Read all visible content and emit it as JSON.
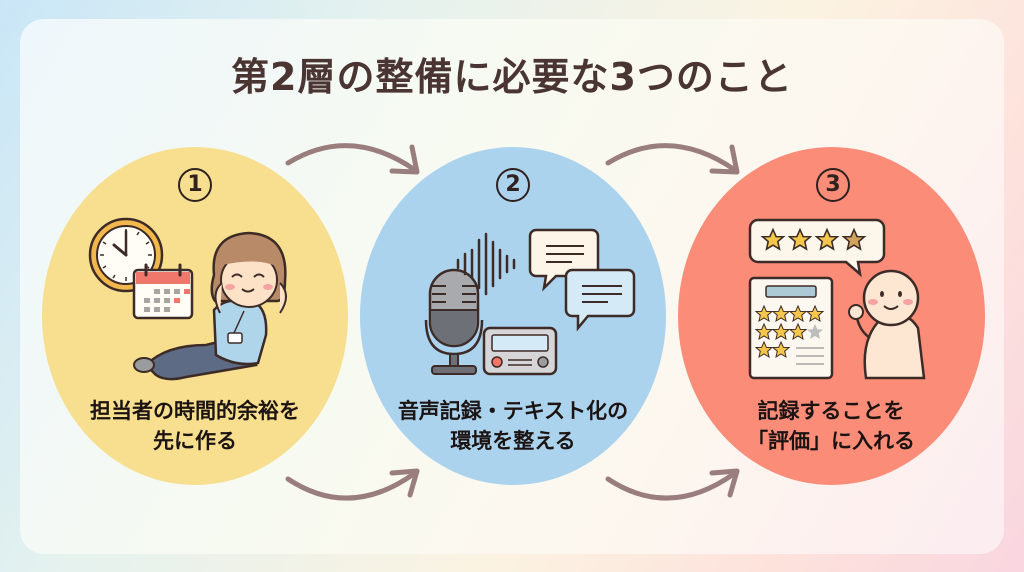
{
  "title": "第2層の整備に必要な3つのこと",
  "colors": {
    "title_text": "#4a3532",
    "step1_bg": "#f7df8f",
    "step2_bg": "#acd3ee",
    "step3_bg": "#fb8d78",
    "arrow": "#9a7e7e"
  },
  "steps": [
    {
      "number": "1",
      "line1": "担当者の時間的余裕を",
      "line2": "先に作る",
      "icons": [
        "clock-icon",
        "calendar-icon",
        "relaxing-person-icon"
      ]
    },
    {
      "number": "2",
      "line1": "音声記録・テキスト化の",
      "line2": "環境を整える",
      "icons": [
        "microphone-icon",
        "sound-wave-icon",
        "recorder-icon",
        "speech-bubble-icon"
      ]
    },
    {
      "number": "3",
      "line1": "記録することを",
      "line2": "「評価」に入れる",
      "icons": [
        "star-rating-bubble-icon",
        "evaluation-sheet-icon",
        "person-icon"
      ]
    }
  ],
  "arrows": [
    "arrow-1-to-2-top",
    "arrow-2-to-3-top",
    "arrow-1-to-2-bottom",
    "arrow-2-to-3-bottom"
  ]
}
